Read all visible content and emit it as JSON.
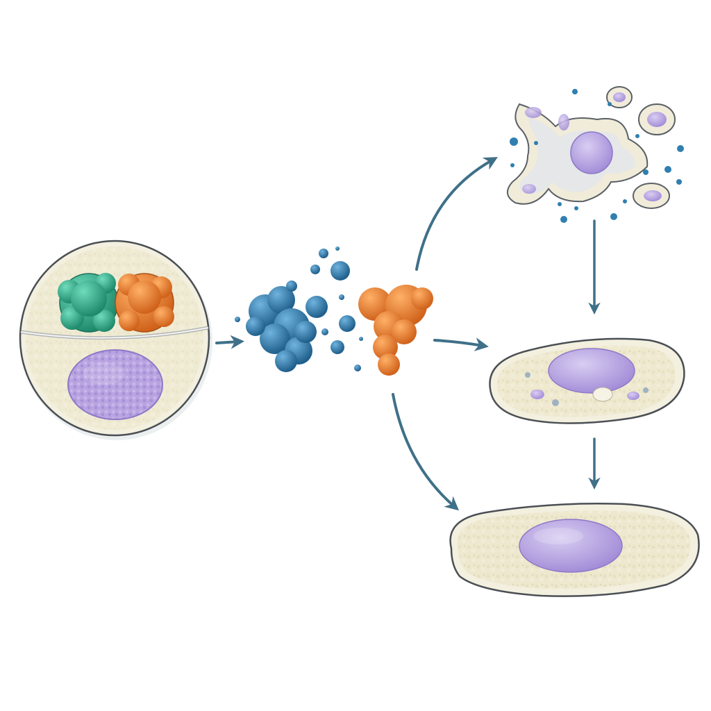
{
  "diagram": {
    "stages": [
      {
        "id": "source-cell",
        "label": ""
      },
      {
        "id": "released-proteins",
        "label": ""
      },
      {
        "id": "fragmented-cell",
        "label": ""
      },
      {
        "id": "intermediate-cell",
        "label": ""
      },
      {
        "id": "flattened-cell",
        "label": ""
      }
    ],
    "arrows": [
      {
        "from": "source-cell",
        "to": "released-proteins"
      },
      {
        "from": "released-proteins",
        "to": "fragmented-cell"
      },
      {
        "from": "released-proteins",
        "to": "intermediate-cell"
      },
      {
        "from": "released-proteins",
        "to": "flattened-cell"
      },
      {
        "from": "fragmented-cell",
        "to": "intermediate-cell"
      },
      {
        "from": "intermediate-cell",
        "to": "flattened-cell"
      }
    ],
    "colors": {
      "membrane": "#8a8f94",
      "cytoplasm": "#ece6c9",
      "cytoplasm_light": "#f3f0e0",
      "nucleus": "#b9a3e0",
      "nucleus_dark": "#9a86d3",
      "protein_green": "#2fa987",
      "protein_orange": "#e77a2a",
      "protein_blue": "#2f7fb0",
      "arrow": "#3f7088"
    }
  }
}
